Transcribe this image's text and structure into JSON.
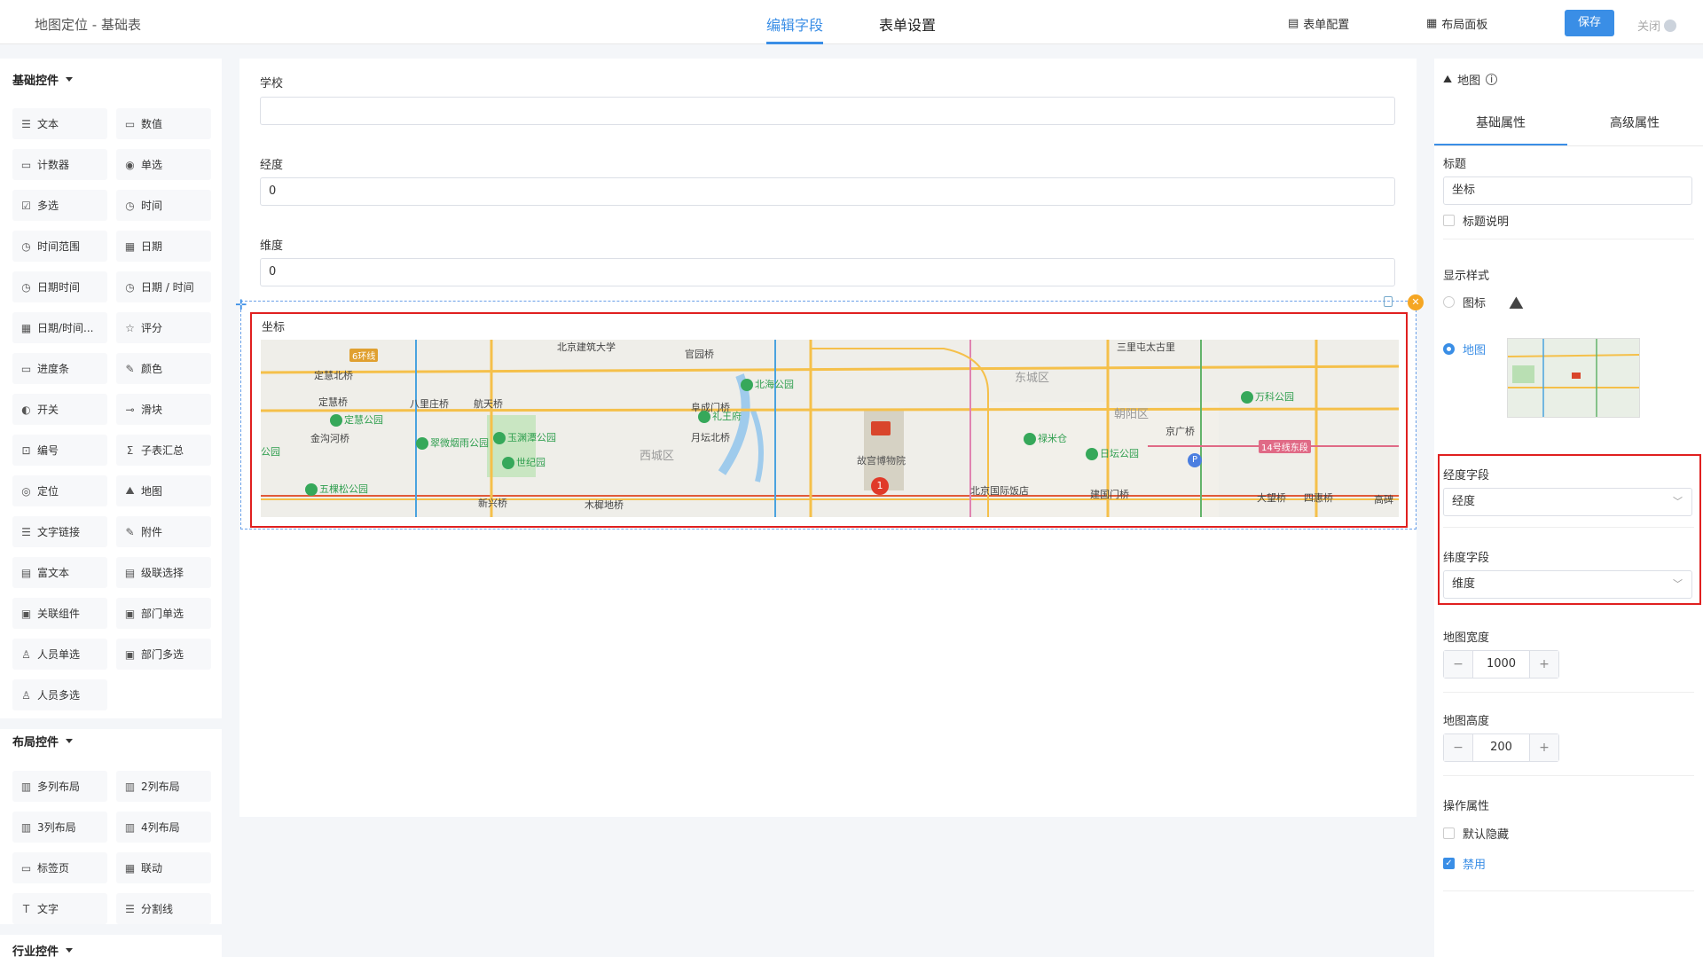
{
  "header": {
    "app_title": "地图定位 - 基础表",
    "tabs": [
      "编辑字段",
      "表单设置"
    ],
    "form_config": "表单配置",
    "layout_panel": "布局面板",
    "save": "保存",
    "close": "关闭"
  },
  "left": {
    "basic_title": "基础控件",
    "basic_items": [
      "文本",
      "数值",
      "计数器",
      "单选",
      "多选",
      "时间",
      "时间范围",
      "日期",
      "日期时间",
      "日期 / 时间",
      "日期/时间...",
      "评分",
      "进度条",
      "颜色",
      "开关",
      "滑块",
      "编号",
      "子表汇总",
      "定位",
      "地图",
      "文字链接",
      "附件",
      "富文本",
      "级联选择",
      "关联组件",
      "部门单选",
      "人员单选",
      "部门多选",
      "人员多选"
    ],
    "layout_title": "布局控件",
    "layout_items": [
      "多列布局",
      "2列布局",
      "3列布局",
      "4列布局",
      "标签页",
      "联动",
      "文字",
      "分割线"
    ],
    "industry_title": "行业控件"
  },
  "canvas": {
    "fields": [
      {
        "label": "学校",
        "value": ""
      },
      {
        "label": "经度",
        "value": "0"
      },
      {
        "label": "维度",
        "value": "0"
      }
    ],
    "map_title": "坐标",
    "map_labels": {
      "roads": [
        "6环线",
        "定慧北桥",
        "定慧桥",
        "八里庄桥",
        "航天桥",
        "阜成门桥",
        "月坛北桥",
        "官园桥",
        "金沟河桥",
        "新兴桥",
        "木樨地桥",
        "建国门桥",
        "京广桥",
        "大望桥",
        "四惠桥",
        "三里屯太古里",
        "北京国际饭店",
        "北京建筑大学",
        "高碑",
        "14号线东段"
      ],
      "pois": [
        "定慧公园",
        "翠微烟雨公园",
        "玉渊潭公园",
        "世纪园",
        "礼王府",
        "北海公园",
        "故宫博物院",
        "禄米仓",
        "日坛公园",
        "万科公园",
        "五棵松公园",
        "公园"
      ],
      "districts": [
        "东城区",
        "西城区",
        "朝阳区"
      ]
    }
  },
  "right": {
    "panel_title": "地图",
    "tabs": [
      "基础属性",
      "高级属性"
    ],
    "title_label": "标题",
    "title_value": "坐标",
    "title_desc": "标题说明",
    "display_style": "显示样式",
    "style_icon": "图标",
    "style_map": "地图",
    "lng_field_label": "经度字段",
    "lng_field_value": "经度",
    "lat_field_label": "纬度字段",
    "lat_field_value": "维度",
    "map_width_label": "地图宽度",
    "map_width_value": "1000",
    "map_height_label": "地图高度",
    "map_height_value": "200",
    "ops_label": "操作属性",
    "default_hidden": "默认隐藏",
    "disabled": "禁用"
  },
  "colors": {
    "accent": "#3a8ee6",
    "highlight": "#e02020",
    "warn": "#f5a623"
  }
}
